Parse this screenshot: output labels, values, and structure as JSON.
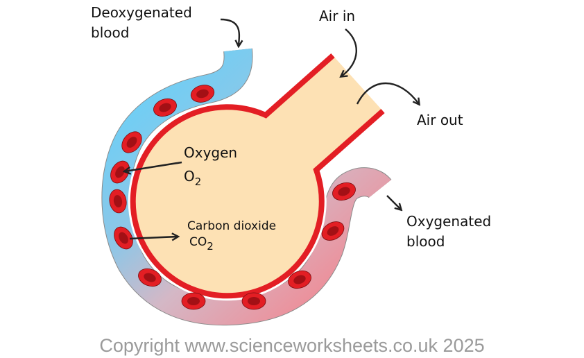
{
  "labels": {
    "deoxygenated_blood": "Deoxygenated\nblood",
    "air_in": "Air in",
    "air_out": "Air out",
    "oxygen": "Oxygen",
    "oxygen_formula": "O",
    "oxygen_subscript": "2",
    "carbon_dioxide": "Carbon dioxide",
    "co2_formula": "CO",
    "co2_subscript": "2",
    "oxygenated_blood": "Oxygenated\nblood"
  },
  "copyright": "Copyright www.scienceworksheets.co.uk 2025",
  "colors": {
    "alveolus_fill": "#FDE1B4",
    "alveolus_wall": "#E31E24",
    "deoxygenated": "#6DCFF6",
    "oxygenated": "#F08A94",
    "red_cell": "#E31E24",
    "red_cell_core": "#A31015"
  }
}
